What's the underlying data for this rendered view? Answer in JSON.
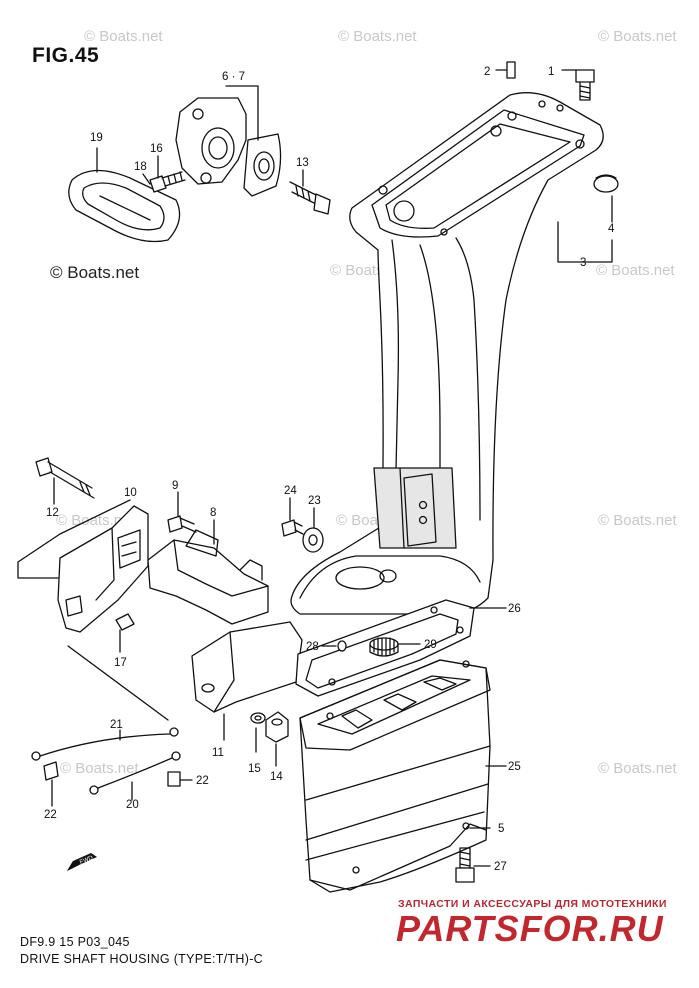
{
  "figure": {
    "title": "FIG.45"
  },
  "watermark": {
    "text": "© Boats.net",
    "color": "#c8c8c8"
  },
  "part_labels": {
    "p1": "1",
    "p2": "2",
    "p3": "3",
    "p4": "4",
    "p5": "5",
    "p67": "6 · 7",
    "p8": "8",
    "p9": "9",
    "p10": "10",
    "p11": "11",
    "p12": "12",
    "p13": "13",
    "p14": "14",
    "p15": "15",
    "p16": "16",
    "p17": "17",
    "p18": "18",
    "p19": "19",
    "p20": "20",
    "p21": "21",
    "p22a": "22",
    "p22b": "22",
    "p23": "23",
    "p24": "24",
    "p25": "25",
    "p26": "26",
    "p27": "27",
    "p28": "28",
    "p29": "29"
  },
  "footer": {
    "code": "DF9.9 15 P03_045",
    "caption": "DRIVE SHAFT HOUSING (TYPE:T/TH)-C"
  },
  "shop": {
    "tagline": "ЗАПЧАСТИ И АКСЕССУАРЫ ДЛЯ МОТОТЕХНИКИ",
    "logo": "PARTSFOR.RU",
    "color": "#c1272d"
  },
  "icons": {
    "forward_arrow": "fwd-arrow-icon"
  },
  "forward_text": "FWD"
}
